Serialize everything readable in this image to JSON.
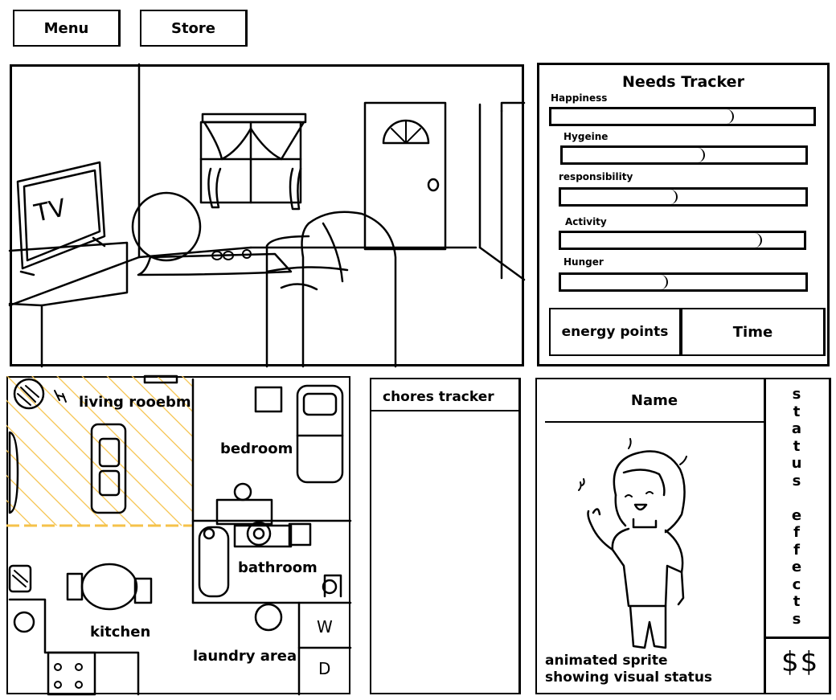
{
  "toolbar": {
    "menu_label": "Menu",
    "store_label": "Store"
  },
  "scene": {
    "tv_label": "TV"
  },
  "needs": {
    "title": "Needs Tracker",
    "items": [
      {
        "label": "Happiness",
        "level": 0.69
      },
      {
        "label": "Hygeine",
        "level": 0.58
      },
      {
        "label": "responsibility",
        "level": 0.47
      },
      {
        "label": "Activity",
        "level": 0.82
      },
      {
        "label": "Hunger",
        "level": 0.43
      }
    ],
    "energy_label": "energy points",
    "time_label": "Time"
  },
  "map": {
    "rooms": {
      "living": "living rooebm",
      "bedroom": "bedroom",
      "bathroom": "bathroom",
      "kitchen": "kitchen",
      "laundry": "laundry area"
    },
    "washer_label": "W",
    "dryer_label": "D",
    "highlight_color": "#f5c24a"
  },
  "chores": {
    "title": "chores tracker"
  },
  "character": {
    "name_label": "Name",
    "status_label": "status effects",
    "money_label": "$$",
    "sprite_caption_line1": "animated sprite",
    "sprite_caption_line2": "showing visual status"
  }
}
